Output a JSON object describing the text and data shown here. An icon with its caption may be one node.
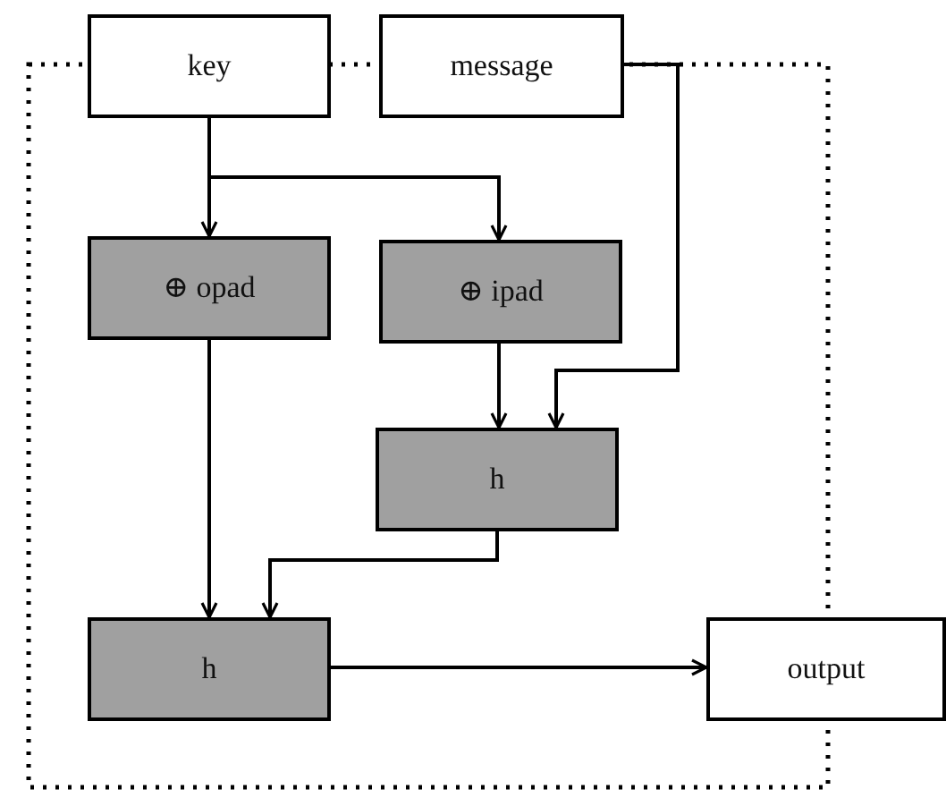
{
  "diagram": {
    "nodes": [
      {
        "text": [
          "key"
        ]
      },
      {
        "text": [
          "message"
        ]
      },
      {
        "text": [
          "⊕ opad"
        ]
      },
      {
        "text": [
          "⊕ ipad"
        ]
      },
      {
        "text": [
          "h"
        ]
      },
      {
        "text": [
          "h"
        ]
      },
      {
        "text": [
          "output"
        ]
      }
    ],
    "edges": [
      {
        "from": 0,
        "to": 2,
        "arrow": "to"
      },
      {
        "from": 0,
        "to": 3,
        "arrow": "to"
      },
      {
        "from": 3,
        "to": 4,
        "arrow": "to"
      },
      {
        "from": 1,
        "to": 4,
        "arrow": "to"
      },
      {
        "from": 2,
        "to": 5,
        "arrow": "to"
      },
      {
        "from": 4,
        "to": 5,
        "arrow": "to"
      },
      {
        "from": 5,
        "to": 6,
        "arrow": "to"
      }
    ]
  }
}
